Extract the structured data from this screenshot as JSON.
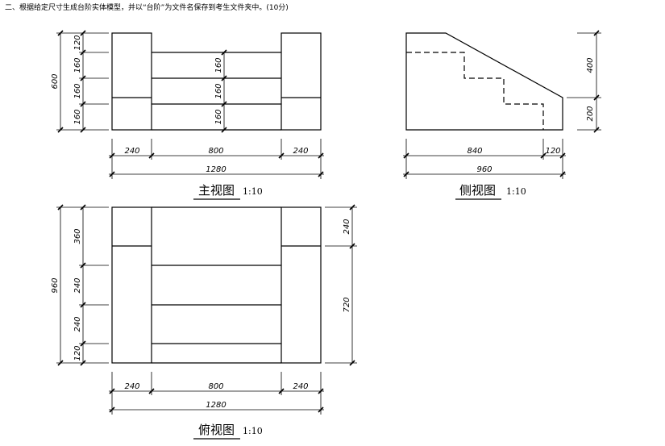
{
  "instruction": "二、根据给定尺寸生成台阶实体模型，并以“台阶”为文件名保存到考生文件夹中。(10分)",
  "front_view": {
    "title": "主视图",
    "scale": "1:10",
    "dims": {
      "left_120": "120",
      "left_160a": "160",
      "left_160b": "160",
      "left_160c": "160",
      "total_h": "600",
      "mid_160a": "160",
      "mid_160b": "160",
      "mid_160c": "160",
      "w_240_left": "240",
      "w_800": "800",
      "w_240_right": "240",
      "w_1280": "1280"
    }
  },
  "side_view": {
    "title": "侧视图",
    "scale": "1:10",
    "dims": {
      "h_400": "400",
      "h_200": "200",
      "w_840": "840",
      "w_120": "120",
      "w_960": "960"
    }
  },
  "top_view": {
    "title": "俯视图",
    "scale": "1:10",
    "dims": {
      "left_360": "360",
      "left_240a": "240",
      "left_240b": "240",
      "left_120": "120",
      "total_960": "960",
      "right_240": "240",
      "right_720": "720",
      "w_240_left": "240",
      "w_800": "800",
      "w_240_right": "240",
      "w_1280": "1280"
    }
  }
}
